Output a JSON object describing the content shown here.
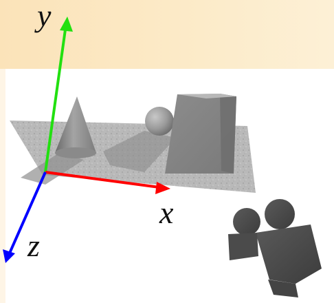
{
  "diagram": {
    "axes": {
      "x": {
        "label": "x",
        "color": "#ff0000"
      },
      "y": {
        "label": "y",
        "color": "#22e010"
      },
      "z": {
        "label": "z",
        "color": "#0000ff"
      }
    },
    "objects": [
      "ground-plane",
      "cone",
      "sphere",
      "box",
      "movie-camera"
    ]
  }
}
